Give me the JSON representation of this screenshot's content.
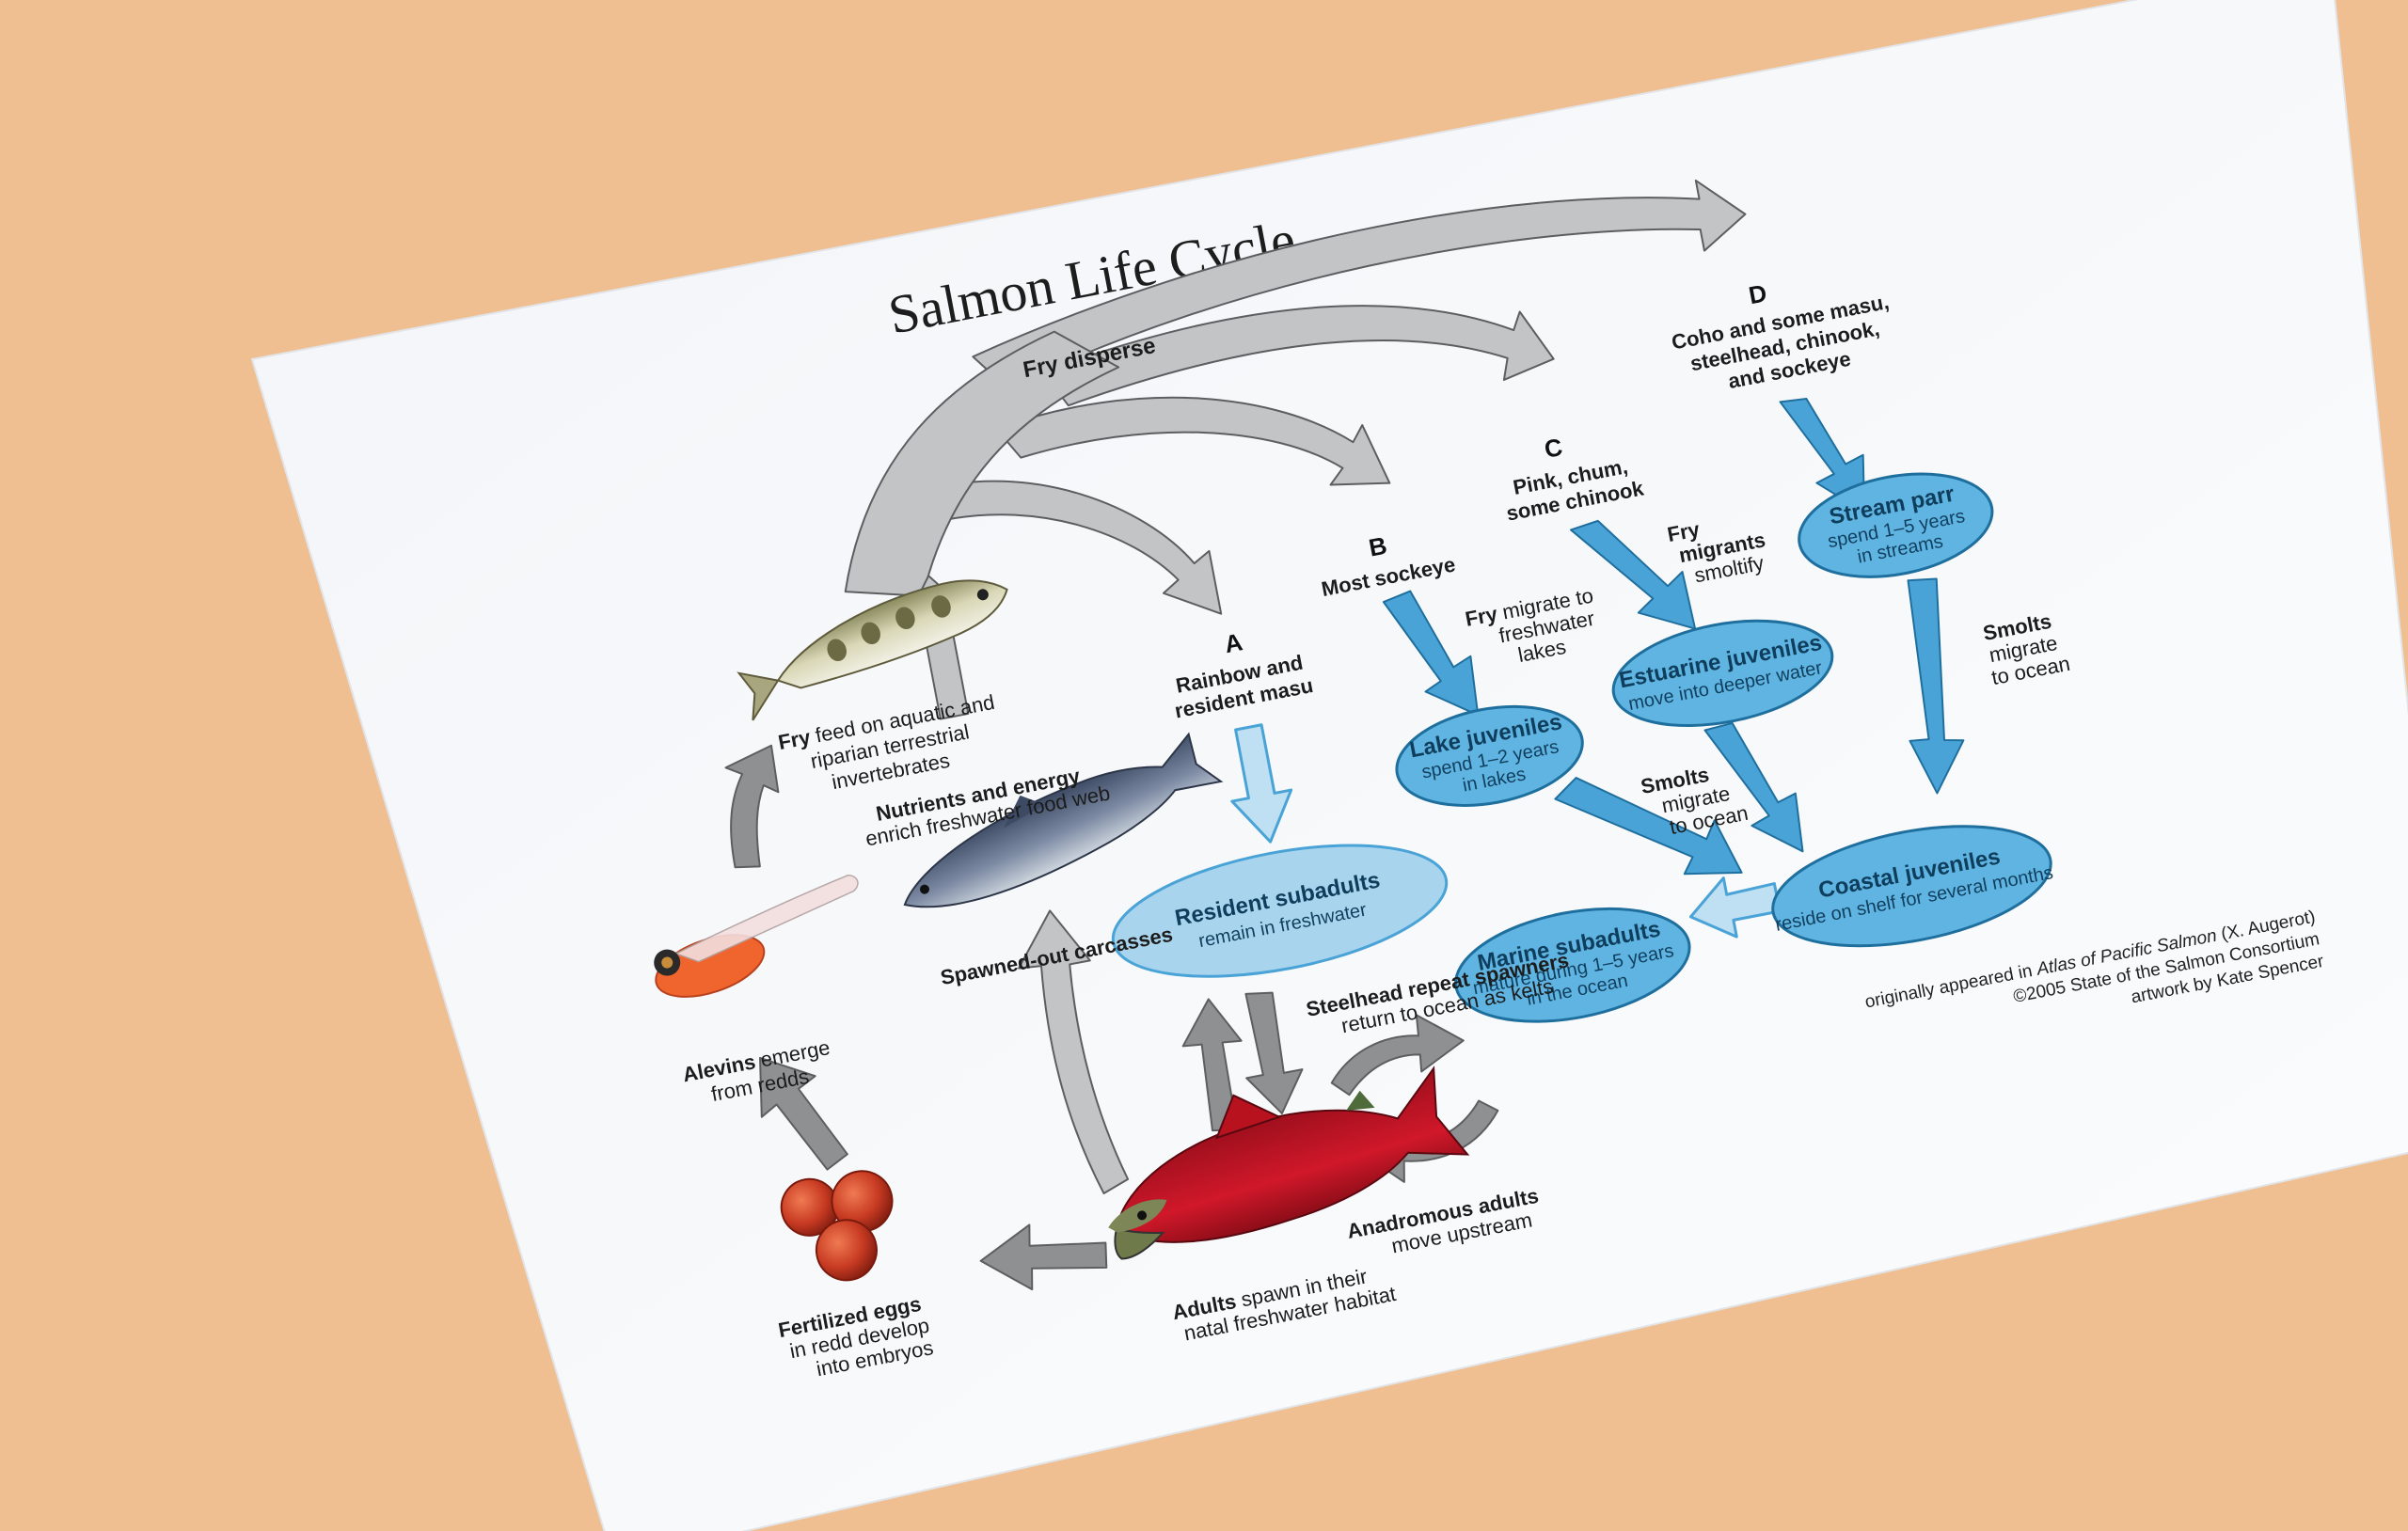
{
  "title": "Salmon Life Cycle",
  "fry_disperse": "Fry disperse",
  "groups": {
    "A": {
      "letter": "A",
      "line1": "Rainbow and",
      "line2": "resident masu"
    },
    "B": {
      "letter": "B",
      "line1": "Most sockeye"
    },
    "C": {
      "letter": "C",
      "line1": "Pink, chum,",
      "line2": "some chinook"
    },
    "D": {
      "letter": "D",
      "line1": "Coho and some masu,",
      "line2": "steelhead, chinook,",
      "line3": "and sockeye"
    }
  },
  "stages": {
    "fry": {
      "title": "Fry",
      "desc1": "feed on aquatic and",
      "desc2": "riparian terrestrial",
      "desc3": "invertebrates"
    },
    "alevins": {
      "title": "Alevins",
      "desc1": "emerge",
      "desc2": "from redds"
    },
    "eggs": {
      "title": "Fertilized eggs",
      "desc1": "in redd develop",
      "desc2": "into embryos"
    },
    "adults": {
      "title": "Adults",
      "desc1": "spawn in their",
      "desc2": "natal freshwater habitat"
    },
    "nutrients": {
      "title": "Nutrients and energy",
      "desc1": "enrich freshwater food web"
    },
    "carcasses": {
      "title": "Spawned-out carcasses"
    },
    "steelhead": {
      "title": "Steelhead repeat spawners",
      "desc1": "return to ocean as kelts"
    },
    "anadromous": {
      "title": "Anadromous adults",
      "desc1": "move upstream"
    }
  },
  "ellipses": {
    "resident": {
      "title": "Resident subadults",
      "desc1": "remain in freshwater"
    },
    "lake": {
      "title": "Lake juveniles",
      "desc1": "spend 1–2 years",
      "desc2": "in lakes"
    },
    "estuarine": {
      "title": "Estuarine juveniles",
      "desc1": "move into deeper water"
    },
    "stream": {
      "title": "Stream parr",
      "desc1": "spend 1–5 years",
      "desc2": "in streams"
    },
    "coastal": {
      "title": "Coastal juveniles",
      "desc1": "reside on shelf for several months"
    },
    "marine": {
      "title": "Marine subadults",
      "desc1": "mature during 1–5 years",
      "desc2": "in the ocean"
    }
  },
  "transitions": {
    "fry_lakes": {
      "bold": "Fry",
      "rest": "migrate to",
      "l2": "freshwater",
      "l3": "lakes"
    },
    "fry_migrants": {
      "l1": "Fry",
      "l2": "migrants",
      "l3": "smoltify"
    },
    "smolts_lake": {
      "l1": "Smolts",
      "l2": "migrate",
      "l3": "to ocean"
    },
    "smolts_stream": {
      "l1": "Smolts",
      "l2": "migrate",
      "l3": "to ocean"
    }
  },
  "credits": {
    "line1_pre": "originally appeared in ",
    "line1_italic": "Atlas of Pacific Salmon",
    "line1_post": " (X. Augerot)",
    "line2": "©2005 State of the Salmon Consortium",
    "line3": "artwork by Kate Spencer"
  },
  "colors": {
    "background": "#f0bf91",
    "paper": "#f8f9fb",
    "arrow_grey": "#c3c4c6",
    "arrow_blue": "#4aa3d6",
    "ellipse_blue": "#5fb4e2",
    "ellipse_pale": "#a9d4ee"
  }
}
